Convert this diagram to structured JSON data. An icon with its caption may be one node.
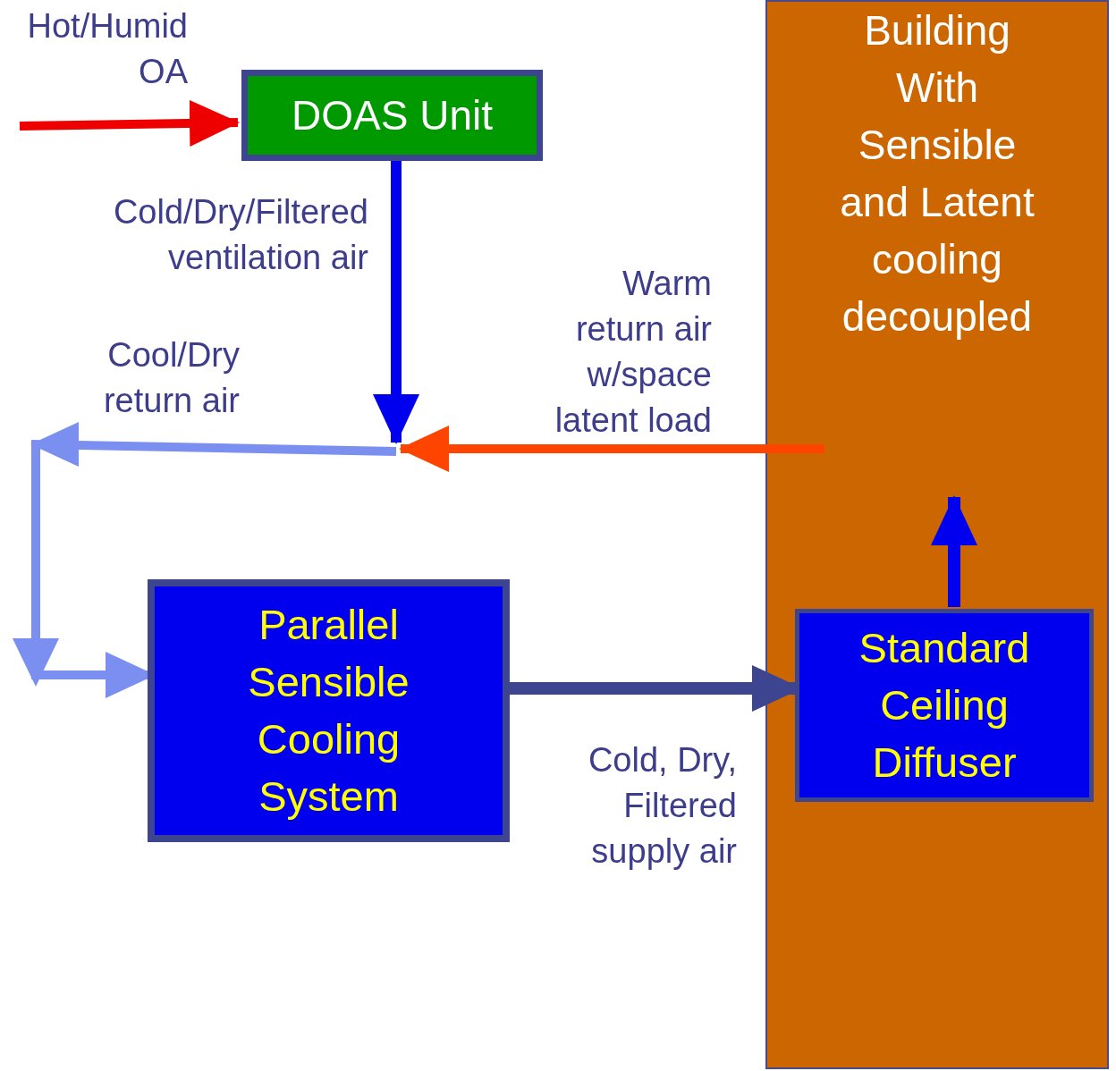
{
  "diagram": {
    "nodes": [
      {
        "text": [
          "Building With Sensible and Latent cooling decoupled"
        ]
      },
      {
        "text": [
          "DOAS Unit"
        ]
      },
      {
        "text": [
          "Parallel Sensible Cooling System"
        ]
      },
      {
        "text": [
          "Standard Ceiling Diffuser"
        ],
        "in": 0
      }
    ],
    "edges": [
      {
        "from": null,
        "to": 1,
        "arrow": "to",
        "color": "#ee0000"
      },
      {
        "from": 1,
        "to": null,
        "arrow": "to",
        "label": "Cold/Dry/Filtered ventilation air",
        "color": "#0000ee"
      },
      {
        "from": 0,
        "to": null,
        "arrow": "to",
        "label": "Warm return air w/space latent load",
        "color": "#ff4400"
      },
      {
        "from": null,
        "to": 2,
        "arrow": "to",
        "label": "Cool/Dry return air",
        "color": "#7b8ff0"
      },
      {
        "from": 2,
        "to": 3,
        "arrow": "to",
        "label": "Cold, Dry, Filtered supply air",
        "color": "#3d4490"
      },
      {
        "from": 3,
        "to": null,
        "arrow": "to",
        "color": "#0000ee"
      }
    ],
    "labels": [
      "Hot/Humid OA"
    ]
  }
}
